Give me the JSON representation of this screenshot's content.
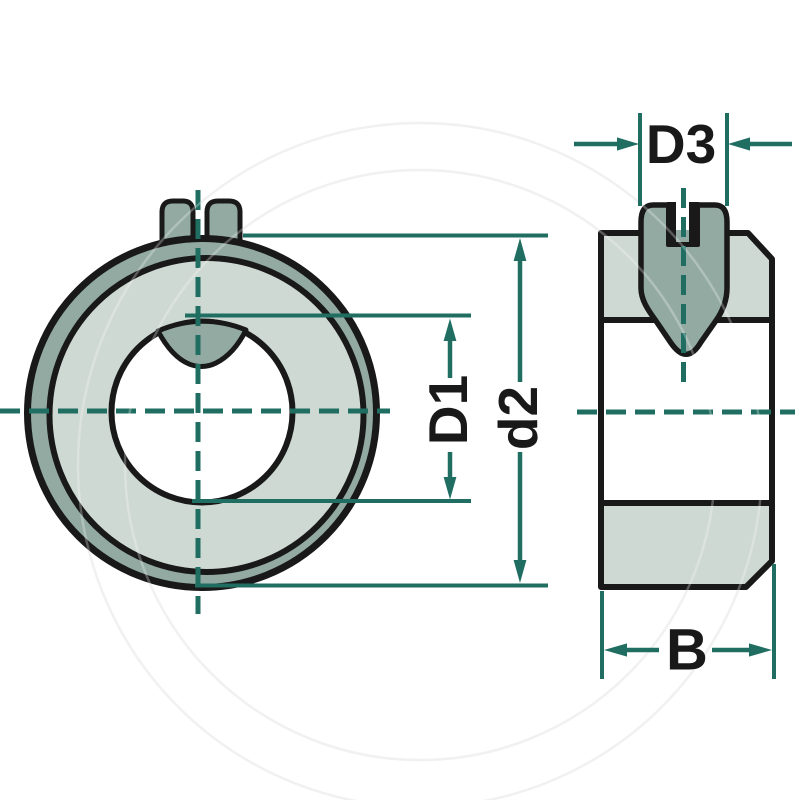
{
  "drawing": {
    "title": "shaft-collar-technical-drawing",
    "dimension_labels": {
      "bore_diameter": "D1",
      "outer_diameter": "d2",
      "screw_diameter": "D3",
      "collar_width": "B"
    },
    "colors": {
      "dimension_line": "#1f6e61",
      "outline": "#191919",
      "fill_dark": "#92aaa1",
      "fill_light": "#cfd9d3",
      "background": "#ffffff",
      "watermark": "#ececec"
    }
  }
}
